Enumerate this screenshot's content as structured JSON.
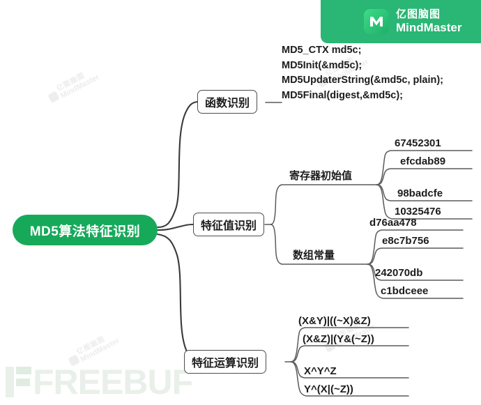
{
  "app": {
    "logo": {
      "icon": "mindmaster-logo-icon",
      "name_cn": "亿图脑图",
      "name_en": "MindMaster"
    },
    "watermark": {
      "cn": "亿图脑图",
      "en": "MindMaster",
      "site": "FREEBUF"
    },
    "colors": {
      "brand_green": "#2ab674",
      "root_green": "#17a95a",
      "node_border": "#4c4c4c",
      "text": "#1c1c1c",
      "watermark": "#ececec"
    }
  },
  "mindmap": {
    "root": {
      "label": "MD5算法特征识别"
    },
    "branches": [
      {
        "label": "函数识别",
        "detail": "MD5_CTX md5c;\nMD5Init(&md5c);\nMD5UpdaterString(&md5c, plain);\nMD5Final(digest,&md5c);"
      },
      {
        "label": "特征值识别",
        "groups": [
          {
            "label": "寄存器初始值",
            "items": [
              "67452301",
              "efcdab89",
              "98badcfe",
              "10325476"
            ]
          },
          {
            "label": "数组常量",
            "items": [
              "d76aa478",
              "e8c7b756",
              "242070db",
              "c1bdceee"
            ]
          }
        ]
      },
      {
        "label": "特征运算识别",
        "items": [
          "(X&Y)|((~X)&Z)",
          "(X&Z)|(Y&(~Z))",
          "X^Y^Z",
          "Y^(X|(~Z))"
        ]
      }
    ]
  }
}
